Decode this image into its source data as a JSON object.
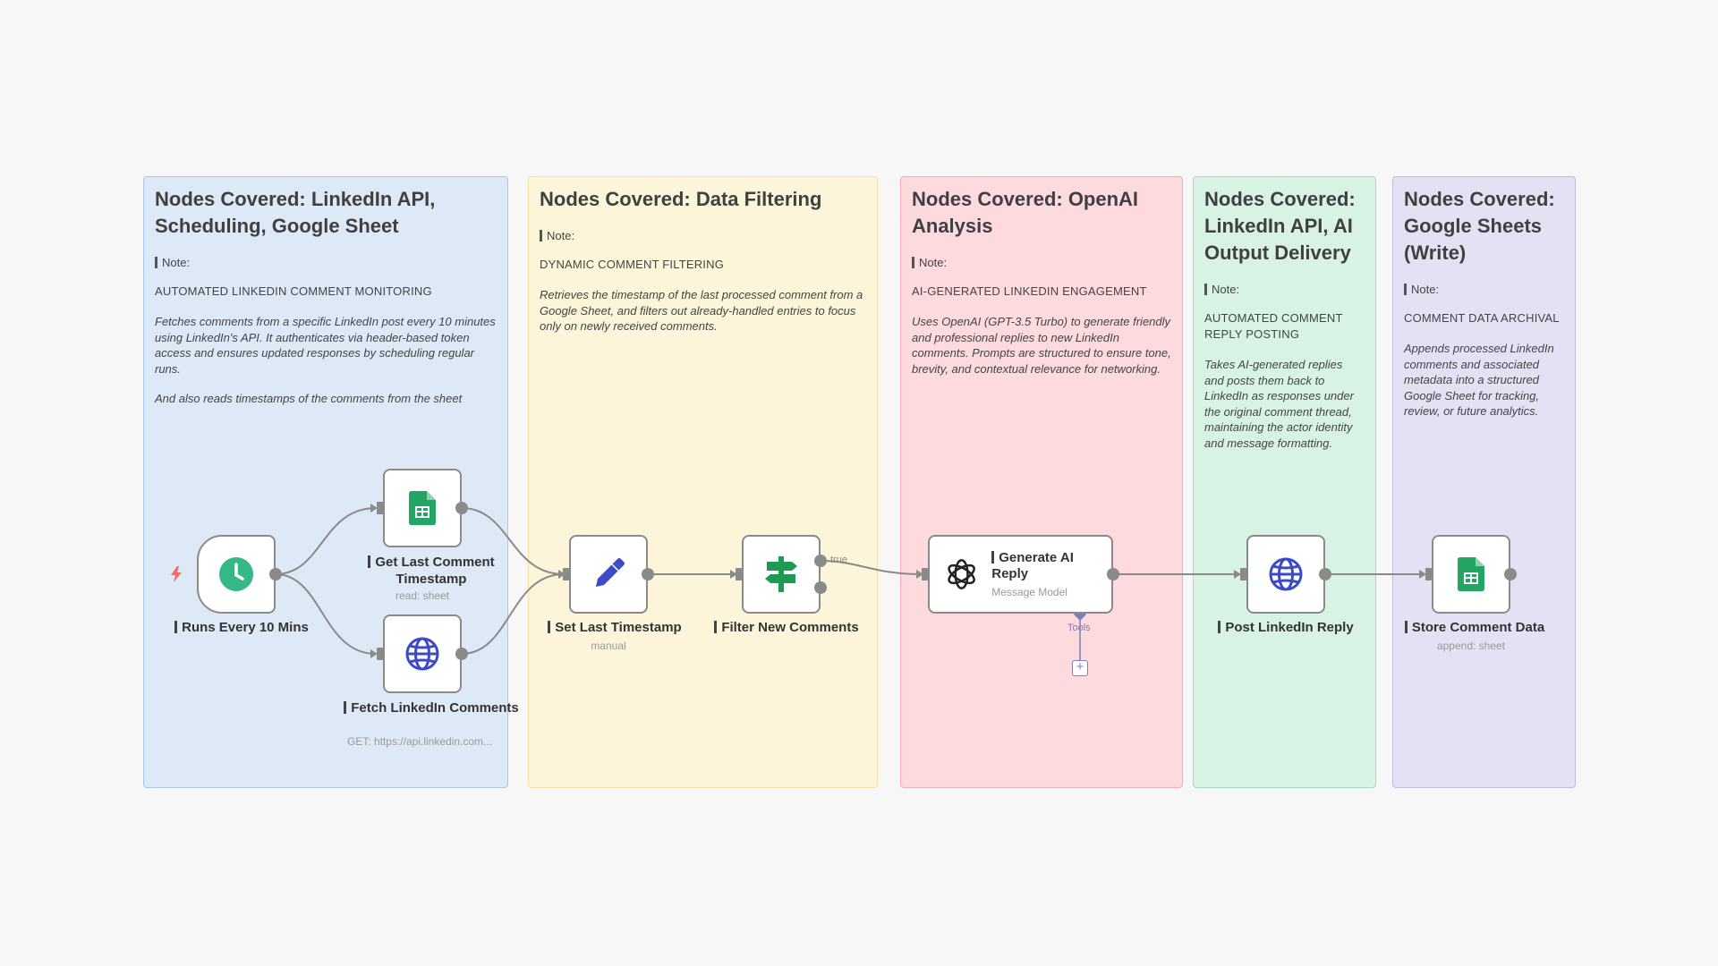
{
  "stickies": [
    {
      "title": "Nodes Covered: LinkedIn API, Scheduling, Google Sheet",
      "note": "Note:",
      "heading": "AUTOMATED LINKEDIN COMMENT MONITORING",
      "body": "Fetches comments from a specific LinkedIn post every 10 minutes using LinkedIn's API. It authenticates via header-based token access and ensures updated responses by scheduling regular runs.",
      "body2": "And also reads timestamps of the comments from the sheet",
      "color": "#dde9f7",
      "border": "#a9c7ec"
    },
    {
      "title": "Nodes Covered: Data Filtering",
      "note": "Note:",
      "heading": "DYNAMIC COMMENT FILTERING",
      "body": "Retrieves the timestamp of the last processed comment from a Google Sheet, and filters out already-handled entries to focus only on newly received comments.",
      "color": "#fdf5d9",
      "border": "#f5dfa4"
    },
    {
      "title": "Nodes Covered: OpenAI Analysis",
      "note": "Note:",
      "heading": "AI-GENERATED LINKEDIN ENGAGEMENT",
      "body": "Uses OpenAI (GPT-3.5 Turbo) to generate friendly and professional replies to new LinkedIn comments. Prompts are structured to ensure tone, brevity, and contextual relevance for networking.",
      "color": "#fcdade",
      "border": "#f3aeb5"
    },
    {
      "title": "Nodes Covered: LinkedIn API, AI Output Delivery",
      "note": "Note:",
      "heading": "AUTOMATED COMMENT REPLY POSTING",
      "body": "Takes AI-generated replies and posts them back to LinkedIn as responses under the original comment thread, maintaining the actor identity and message formatting.",
      "color": "#d8f3e4",
      "border": "#9fdfba"
    },
    {
      "title": "Nodes Covered: Google Sheets (Write)",
      "note": "Note:",
      "heading": "COMMENT DATA ARCHIVAL",
      "body": "Appends processed LinkedIn comments and associated metadata into a structured Google Sheet for tracking, review, or future analytics.",
      "color": "#e6e0f4",
      "border": "#c4b8e6"
    }
  ],
  "nodes": {
    "schedule": {
      "label": "Runs Every 10 Mins",
      "icon": "clock-icon"
    },
    "get_timestamp": {
      "label": "Get Last Comment Timestamp",
      "sub": "read: sheet",
      "icon": "google-sheets-icon"
    },
    "fetch_comments": {
      "label": "Fetch LinkedIn Comments",
      "sub": "GET: https://api.linkedin.com...",
      "icon": "globe-icon"
    },
    "set_timestamp": {
      "label": "Set Last Timestamp",
      "sub": "manual",
      "icon": "pencil-icon"
    },
    "filter": {
      "label": "Filter New Comments",
      "icon": "signpost-icon",
      "branch": "true"
    },
    "generate": {
      "label": "Generate AI Reply",
      "sub": "Message Model",
      "icon": "openai-icon",
      "tools": "Tools"
    },
    "post_reply": {
      "label": "Post LinkedIn Reply",
      "icon": "globe-icon"
    },
    "store": {
      "label": "Store Comment Data",
      "sub": "append: sheet",
      "icon": "google-sheets-icon"
    }
  },
  "colors": {
    "connector": "#8a8a8a",
    "clock": "#35b888",
    "sheets": "#23a566",
    "globe": "#3b4bc8",
    "pencil": "#3b4bc8",
    "filter": "#1e9a55",
    "trigger": "#f06b6b",
    "tools": "#7a7fb8"
  }
}
